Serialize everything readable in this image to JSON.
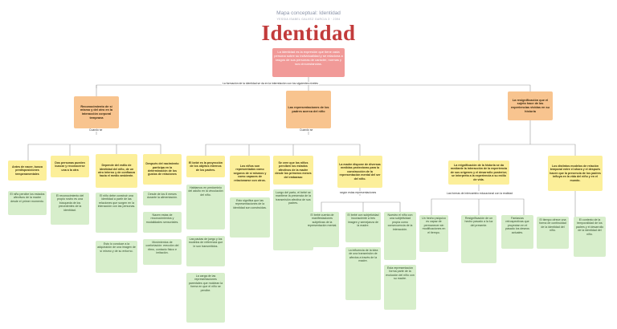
{
  "header": {
    "subtitle": "Mapa conceptual: Identidad",
    "byline": "YESSIA ISABEL GALVEZ GARCIA 3 · 2394",
    "title": "Identidad"
  },
  "root": {
    "text": "La identidad es la expresión que tiene cada persona sobre su individualidad y se relaciona a rasgos de sus personas de carácter, normas y sus circunstancias."
  },
  "root_connector": "La formación de la identidad se da en la interrelación con los siguientes niveles",
  "level1": {
    "left": "Reconocimiento de sí mismo y del otro en la interacción corporal temprana",
    "mid": "Las representaciones de los padres acerca del niño",
    "right": "La resignificación que el sujeto hace de las experiencias vividas en su historia"
  },
  "connectors": {
    "left": "Cuando se",
    "mid": "Cuando se",
    "mid2": "según estas representaciones",
    "right": "Las formas de intercambio educacional con la realidad"
  },
  "level2": [
    "Antes de nacer, busca predisposiciones temperamentales",
    "Dos personas pueden buscar y reconocerse una a la otra",
    "Depende del estilo de identidad del niño, de un otro interno y de confianza hacia el medio ambiente.",
    "Después del nacimiento participa en la determinación de los gustos de relaciones",
    "El bebé es la proyección de los objetos internos de los padres.",
    "Los niños son representados como seguros de sí mismos y como capaces de relacionarse con otros.",
    "Se cree que los niños perciben los estados afectivos de la madre desde los primeros meses del embarazo",
    "La madre dispone de diversas medidas protectoras para la construcción de la representación mental del ser del niño.",
    "La reignificación de la historia se da mediante la interacción de la experiencia de sus orígenes y el desarrollo posterior; se interpreta a la experiencia a su estilo de vida.",
    "Los distintos modelos de relación temporal entre el ahora y el después hacen que la presencia de los padres influya en la vida del niño y en el mundo."
  ],
  "level3": [
    "El niño percibe los estados afectivos de la madre desde el primer momento.",
    "El reconocimiento del propio rostro es una búsqueda de los precedentes de la identidad.",
    "El niño debe construir una identidad a partir de las relaciones que surgen en la interacción con las personas.",
    "Esto lo conduce a la adquisición de una imagen de sí mismo y de su entorno.",
    "Desde de los 8 meses durante la alimentación.",
    "Nacen estas de reconocimientos y modalidades sensoriales.",
    "Movimientos de confortación: erección del ritmo, contacto físico e imitación.",
    "Hablamos en predominio del adulto en la vinculación del niño.",
    "Las pautas de juego y los modelos de referencia que le son transmitidos.",
    "La carga de las representaciones parentales que moldean la forma en que el niño se percibe.",
    "Esto significa que las representaciones de la identidad son construidas.",
    "Luego del parto, el bebé se mantiene la presencia de la transmisión afectiva de sus padres.",
    "El bebé cuenta de manifestaciones subjetivas de la representación mental.",
    "El bebé con subjetividad inconsciente a tres imagen y semejanza de la madre.",
    "La influencia de la idea de una transmisión de afectos a través de la madre.",
    "Nuestro el niño con una subjetividad propia como consecuencia de la interacción.",
    "Esta representación forma parte de la evolución del niño con su madre.",
    "Un hecho psíquico es capaz de permanecer sin modificaciones en el tiempo.",
    "Resignificación de un hecho pasado a la luz del presente.",
    "Fantasías retrospectivas que proyectan en el pasado los deseos actuales.",
    "El tiempo ofrece una forma de continuidad de la identidad del niño.",
    "El contexto de la temporalidad de los padres y el desarrollo de la identidad del niño."
  ]
}
